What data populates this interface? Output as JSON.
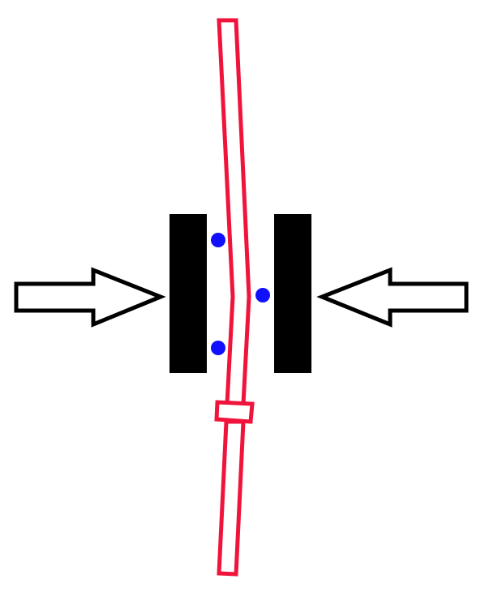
{
  "diagram": {
    "description_visible_text": [],
    "colors": {
      "background": "#ffffff",
      "rod_outline": "#f0143c",
      "jaw_fill": "#000000",
      "contact_point_fill": "#1010ff",
      "arrow_fill": "#ffffff",
      "arrow_outline": "#000000"
    },
    "elements": {
      "left_arrow_icon": "arrow-right-icon",
      "right_arrow_icon": "arrow-left-icon",
      "rod": "bent-rod",
      "collar": "rod-collar",
      "left_jaw": "left-jaw",
      "right_jaw": "right-jaw",
      "contact_points": [
        "upper-left-contact",
        "right-contact",
        "lower-left-contact"
      ]
    }
  }
}
